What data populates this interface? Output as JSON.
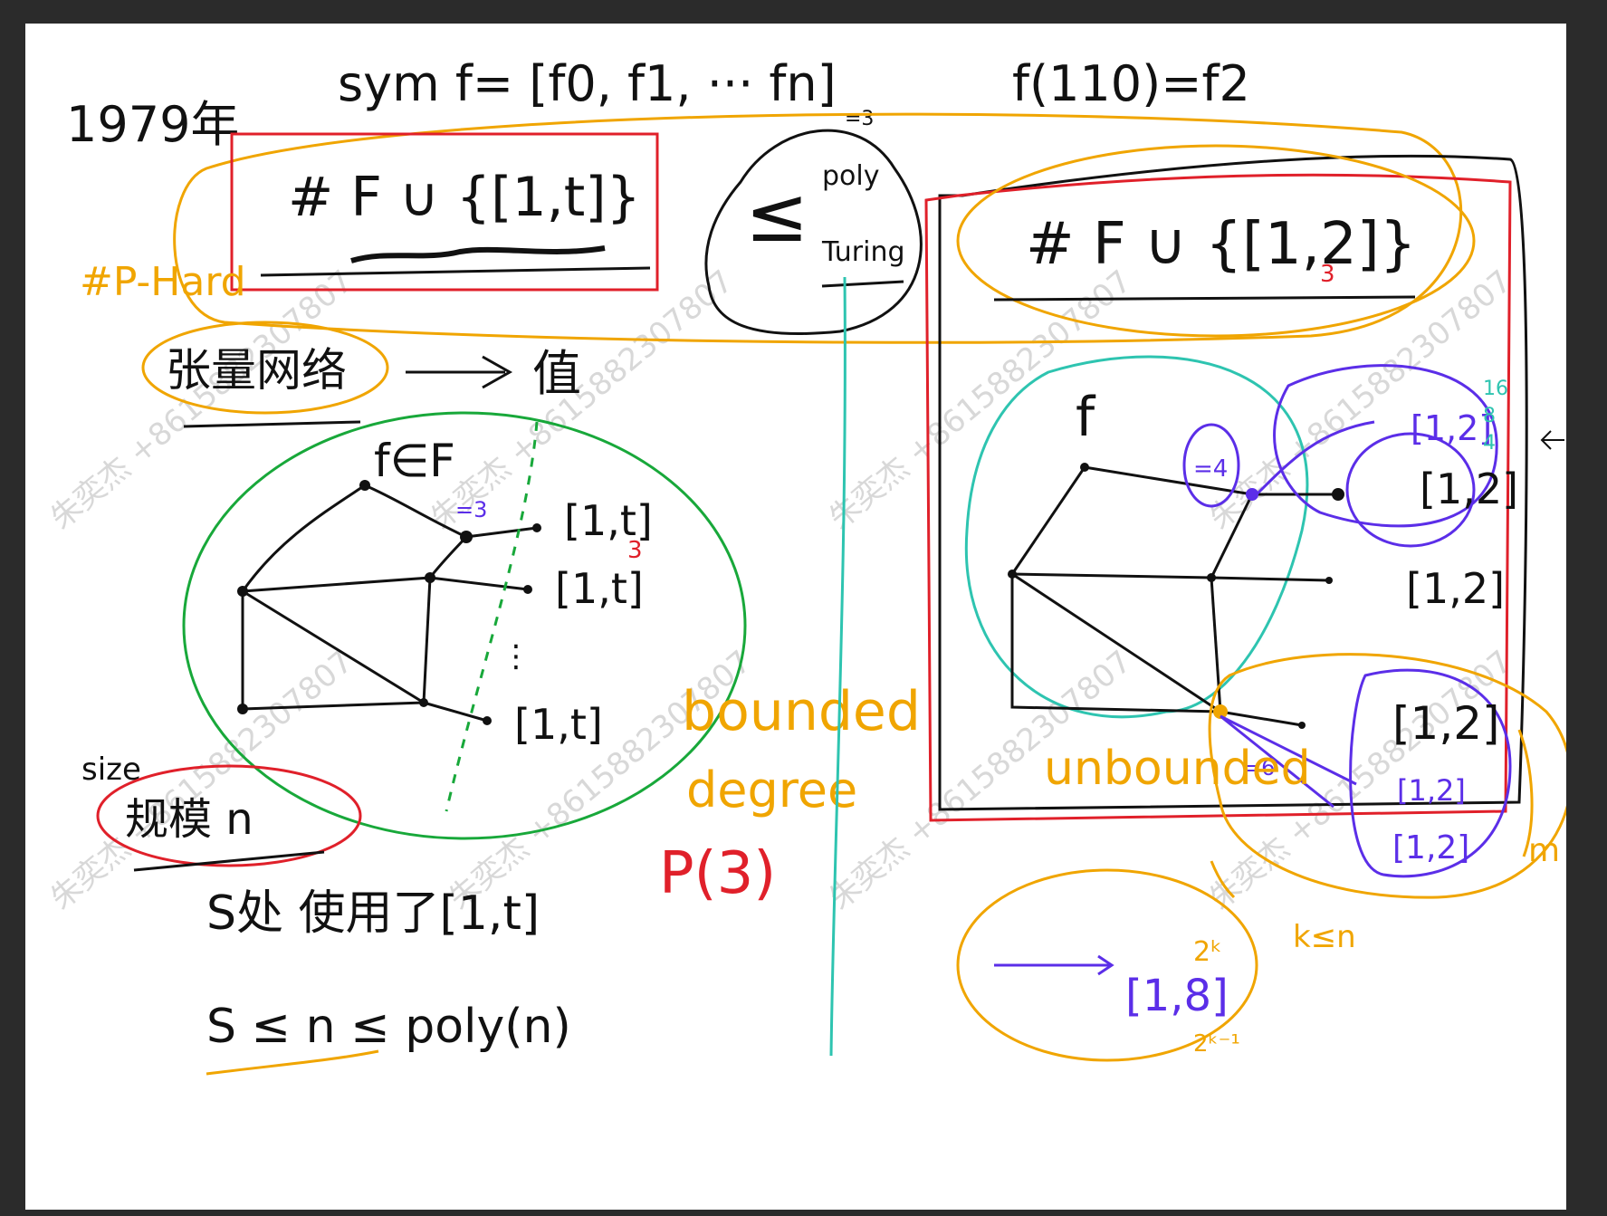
{
  "colors": {
    "black": "#111111",
    "orange": "#f0a500",
    "red": "#e0202a",
    "green": "#18a83a",
    "teal": "#2ec4b0",
    "purple": "#5b2ee8"
  },
  "top": {
    "year": "1979年",
    "sym_def": "sym  f= [f0, f1, ··· fn]",
    "n_eq": "=3",
    "f110": "f(110)=f2"
  },
  "left": {
    "formula": "# F ∪ {[1,t]}",
    "hard_label": "#P-Hard",
    "network_label": "张量网络",
    "arrow_to": "值",
    "f_in_F": "f∈F",
    "deg_label": "=3",
    "ends": [
      "[1,t]",
      "[1,t]",
      "[1,t]"
    ],
    "red_three": "3",
    "dots": "⋮",
    "size_label": "size",
    "scale_label": "规模 n",
    "bounded": "bounded",
    "degree": "degree",
    "p3": "P(3)",
    "s_line": "S处 使用了[1,t]",
    "s_bound": "S ≤ n ≤ poly(n)"
  },
  "middle": {
    "leq": "≤",
    "poly": "poly",
    "turing": "Turing"
  },
  "right": {
    "formula": "# F ∪ {[1,2]}",
    "red_three": "3",
    "f_label": "f",
    "deg4": "=4",
    "deg6": "=6",
    "upper_ends": [
      "[1,2]",
      "[1,2]",
      "[1,2]"
    ],
    "counts": [
      "16",
      "8",
      "4"
    ],
    "lower_ends": [
      "[1,2]",
      "[1,2]",
      "[1,2]"
    ],
    "unbounded": "unbounded",
    "m_label": "m",
    "k_leq_n": "k≤n",
    "two_k": "2ᵏ",
    "combined": "[1,8]",
    "two_k_minus_one": "2ᵏ⁻¹"
  },
  "watermark": "朱奕杰 +8615882307807"
}
